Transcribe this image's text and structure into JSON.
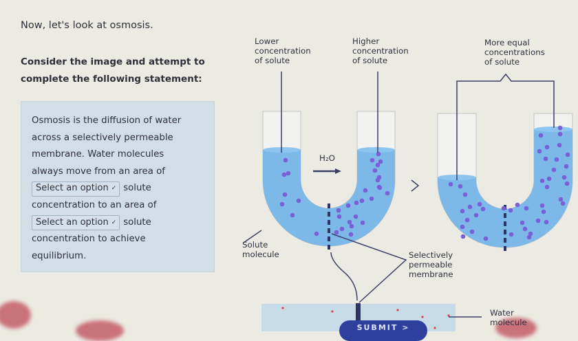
{
  "intro": "Now, let's look at osmosis.",
  "prompt_line1": "Consider the image and attempt to",
  "prompt_line2": "complete the following statement:",
  "question": {
    "line1": "Osmosis is the diffusion of water",
    "line2": "across a selectively permeable",
    "line3": "membrane. Water molecules",
    "line4": "always move from an area of",
    "select1": "Select an option",
    "after1": "solute",
    "line6": "concentration to an area of",
    "select2": "Select an option",
    "after2": "solute",
    "line8": "concentration to achieve",
    "line9": "equilibrium."
  },
  "diagram": {
    "lower": [
      "Lower",
      "concentration",
      "of solute"
    ],
    "higher": [
      "Higher",
      "concentration",
      "of solute"
    ],
    "equal": [
      "More equal",
      "concentrations",
      "of solute"
    ],
    "h2o": "H₂O",
    "solute": [
      "Solute",
      "molecule"
    ],
    "membrane": [
      "Selectively",
      "permeable",
      "membrane"
    ],
    "water": [
      "Water",
      "molecule"
    ]
  },
  "submit_label": "SUBMIT >",
  "colors": {
    "water": "#6fb3e8",
    "solute": "#7b5fd6",
    "line": "#3a3f66",
    "button": "#2e3f9e"
  }
}
